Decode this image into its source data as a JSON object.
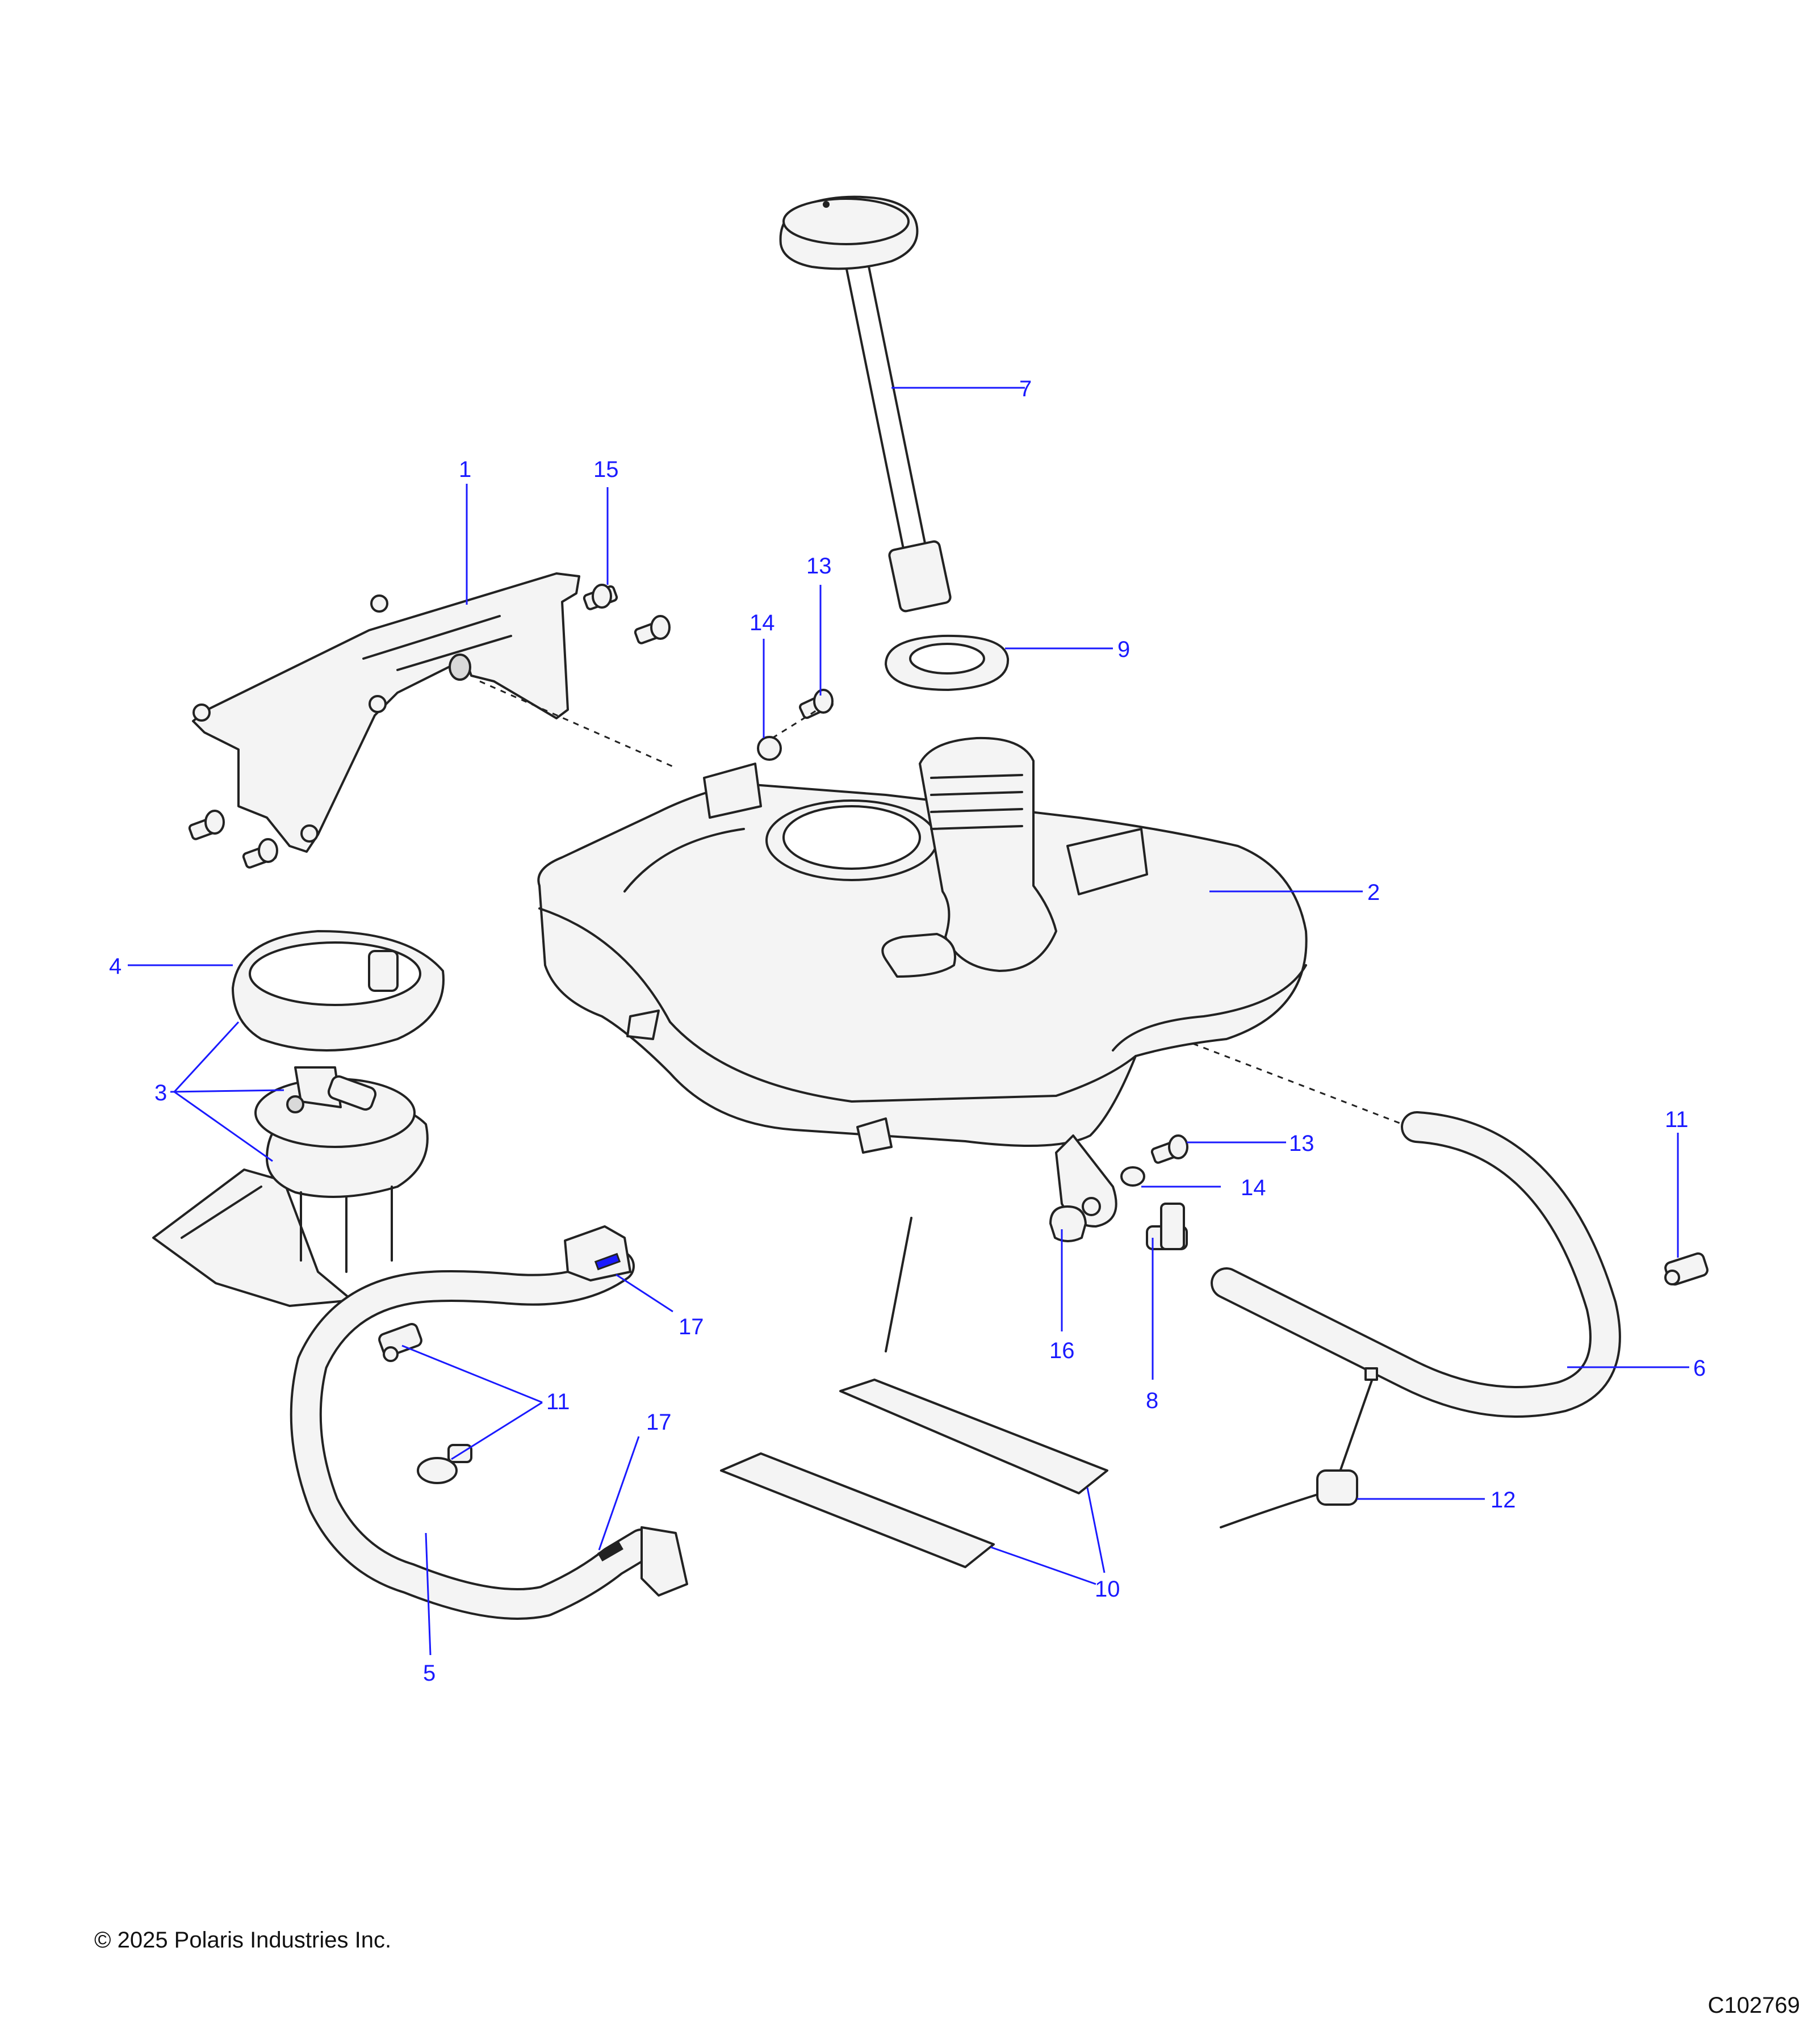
{
  "callouts": [
    {
      "id": "c1",
      "label": "1"
    },
    {
      "id": "c2",
      "label": "2"
    },
    {
      "id": "c3",
      "label": "3"
    },
    {
      "id": "c4",
      "label": "4"
    },
    {
      "id": "c5",
      "label": "5"
    },
    {
      "id": "c6",
      "label": "6"
    },
    {
      "id": "c7",
      "label": "7"
    },
    {
      "id": "c8",
      "label": "8"
    },
    {
      "id": "c9",
      "label": "9"
    },
    {
      "id": "c10",
      "label": "10"
    },
    {
      "id": "c11a",
      "label": "11"
    },
    {
      "id": "c11b",
      "label": "11"
    },
    {
      "id": "c12",
      "label": "12"
    },
    {
      "id": "c13a",
      "label": "13"
    },
    {
      "id": "c13b",
      "label": "13"
    },
    {
      "id": "c14a",
      "label": "14"
    },
    {
      "id": "c14b",
      "label": "14"
    },
    {
      "id": "c15",
      "label": "15"
    },
    {
      "id": "c16",
      "label": "16"
    },
    {
      "id": "c17a",
      "label": "17"
    },
    {
      "id": "c17b",
      "label": "17"
    }
  ],
  "footer": {
    "copyright": "© 2025 Polaris Industries Inc.",
    "figure_id": "C102769"
  },
  "colors": {
    "callout": "#1a1aff",
    "line_art": "#222222",
    "part_fill": "#f4f4f4"
  }
}
